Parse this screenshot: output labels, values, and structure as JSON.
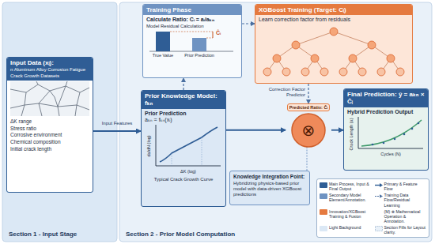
{
  "diagram": {
    "nodes": [
      {
        "text": [
          "Section 1 - Input Stage"
        ]
      },
      {
        "text": [
          "Input Data (xᵢ):",
          "n Aluminum Alloy Corrosion Fatigue Crack Growth Datasets",
          "ΔK range",
          "Stress ratio",
          "Corrosive environment",
          "Chemical composition",
          "Initial crack length"
        ],
        "in": 0
      },
      {
        "text": [
          "Section 2 - Prior Model Computation"
        ]
      },
      {
        "text": [
          "Training Phase",
          "Calculate Ratio: Cᵢ = aᵢ/aₖₙ",
          "Model Residual Calculation"
        ],
        "in": 2
      },
      {
        "text": [
          "XGBoost Training (Target: Cᵢ)",
          "Learn correction factor from residuals"
        ],
        "in": 2
      },
      {
        "text": [
          "Prior Knowledge Model: fₖₙ",
          "Prior Prediction",
          "aₖₙ = fₖₙ(xᵢ)",
          "Typical Crack Growth Curve"
        ],
        "in": 2
      },
      {
        "text": [
          "Predicted Ratio: Ĉᵢ",
          "⊗"
        ],
        "in": 2
      },
      {
        "text": [
          "Knowledge Integration Point:",
          "Hybridizing physics-based prior model with data-driven XGBoost predictions"
        ],
        "in": 2
      },
      {
        "text": [
          "Final Prediction: ŷ = aₖₙ × Ĉᵢ",
          "Hybrid Prediction Output"
        ],
        "in": 2
      }
    ],
    "edges": [
      {
        "from": 1,
        "to": 5,
        "arrow": "to",
        "label": "Input Features"
      },
      {
        "from": 5,
        "to": 3,
        "arrow": "to"
      },
      {
        "from": 3,
        "to": 4,
        "arrow": "to"
      },
      {
        "from": 4,
        "to": 6,
        "arrow": "to",
        "label": "Correction Factor Predictor"
      },
      {
        "from": 5,
        "to": 6,
        "arrow": "to"
      },
      {
        "from": 6,
        "to": 8,
        "arrow": "to"
      },
      {
        "from": 7,
        "to": 6,
        "arrow": "none"
      }
    ],
    "labels": [
      "True Value",
      "Prior Prediction",
      "Ĉᵢ",
      "da/dN (log)",
      "ΔK (log)",
      "Crack Length (a)",
      "Cycles (N)"
    ],
    "legend": [
      {
        "text": "Main Process, Input & Final Output",
        "color": "#2f5d95"
      },
      {
        "text": "Primary & Feature Flow"
      },
      {
        "text": "Secondary Model Element/Annotation.",
        "color": "#6f93c2"
      },
      {
        "text": "Training Data Flow/Residual Learning"
      },
      {
        "text": "Innovation/XGBoost Training & Fusion",
        "color": "#e57a3f"
      },
      {
        "text": "(M) ⊗ Mathematical Operation & Annotation."
      },
      {
        "text": "Light Background",
        "color": "#dbe8f5"
      },
      {
        "text": "Section Fills for Layout clarity."
      }
    ]
  }
}
